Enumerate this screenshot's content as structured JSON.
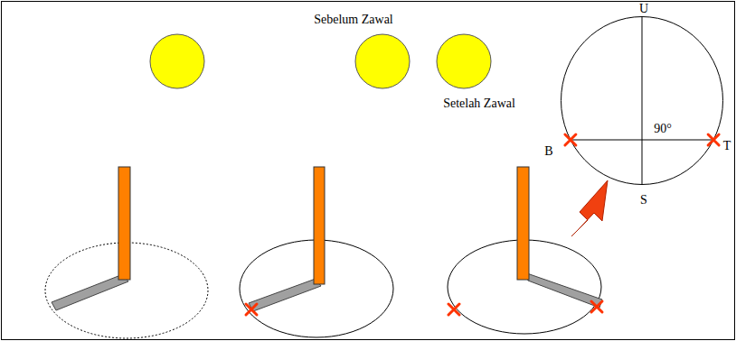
{
  "diagram": {
    "nodes": [
      {
        "text": [
          "U",
          "B",
          "90°",
          "T",
          "S"
        ]
      }
    ],
    "labels": [
      "Sebelum Zawal",
      "Setelah Zawal"
    ]
  }
}
